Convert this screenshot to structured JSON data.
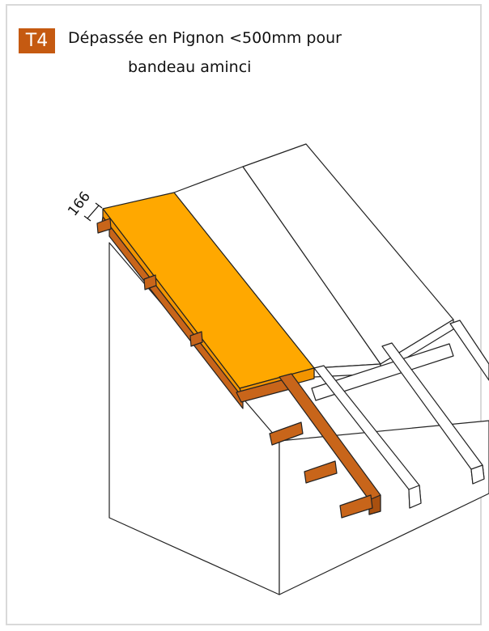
{
  "header": {
    "code": "T4",
    "title_line1": "Dépassée en Pignon <500mm pour",
    "title_line2": "bandeau aminci"
  },
  "drawing": {
    "dimension_label": "166"
  },
  "colors": {
    "badge": "#c55a11",
    "panel_highlight": "#ffa800",
    "timber": "#c8651a",
    "timber_dark": "#a9500f",
    "line": "#222222"
  }
}
